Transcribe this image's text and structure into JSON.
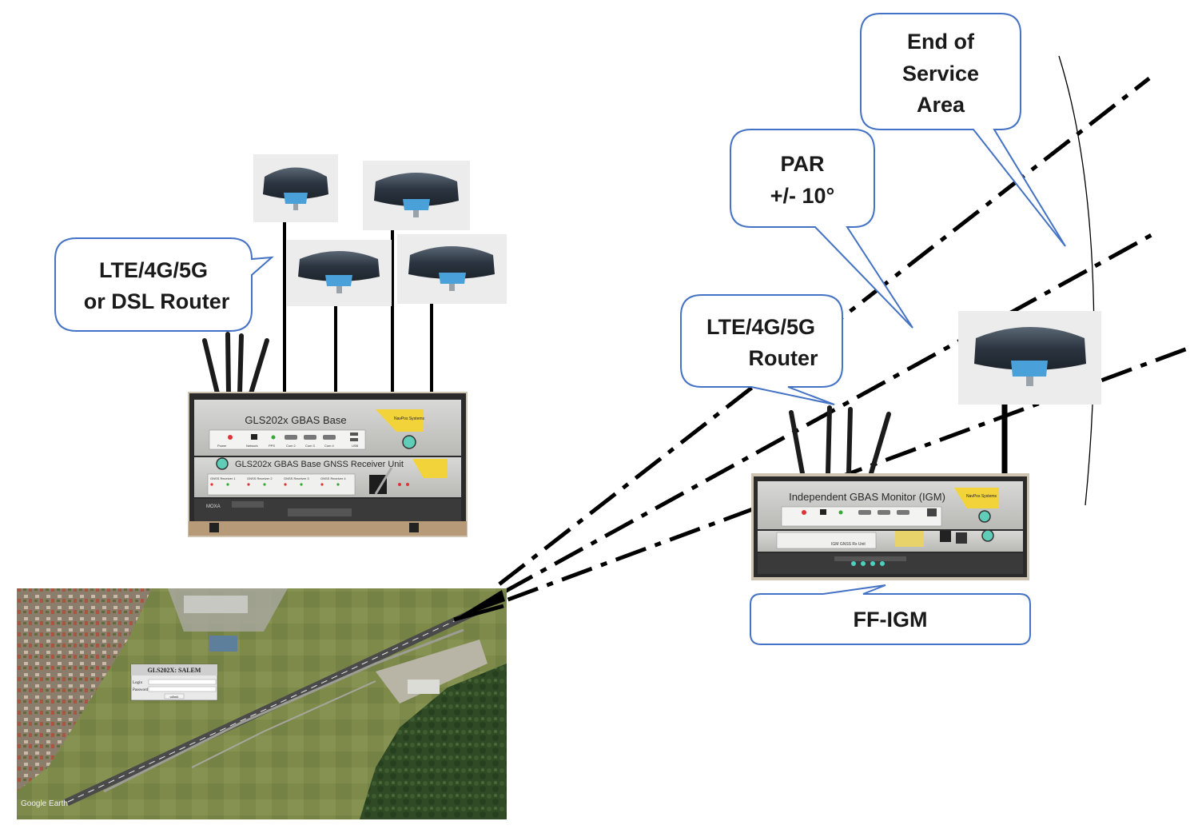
{
  "callouts": {
    "base_router": {
      "line1": "LTE/4G/5G",
      "line2": "or DSL Router"
    },
    "par": {
      "line1": "PAR",
      "line2": "+/- 10°"
    },
    "end_of_service": {
      "line1": "End of",
      "line2": "Service",
      "line3": "Area"
    },
    "igm_router": {
      "line1": "LTE/4G/5G",
      "line2": "Router"
    },
    "ff_igm": {
      "label": "FF-IGM"
    }
  },
  "base_rack": {
    "top_unit_title": "GLS202x GBAS Base",
    "lower_unit_title": "GLS202x GBAS Base GNSS Receiver Unit",
    "brand": "NavPos Systems",
    "port_labels": [
      "Power",
      "Network",
      "PPS",
      "Com 2",
      "Com 3",
      "Com 4",
      "USB"
    ],
    "receiver_labels": [
      "GNSS Receiver 1",
      "GNSS Receiver 2",
      "GNSS Receiver 3",
      "GNSS Receiver 4"
    ],
    "switch_label": "MOXA"
  },
  "igm_rack": {
    "top_unit_title": "Independent GBAS Monitor (IGM)",
    "brand": "NavPos Systems",
    "lower_unit_title": "IGM GNSS Rx Unit"
  },
  "map": {
    "login_title": "GLS202X: SALEM",
    "login_label": "Login",
    "password_label": "Password",
    "submit_label": "submit",
    "watermark": "Google Earth"
  },
  "colors": {
    "callout_border": "#4472c4",
    "beam": "#000000",
    "antenna_body": "#2b3440",
    "antenna_base": "#4aa0d8"
  }
}
